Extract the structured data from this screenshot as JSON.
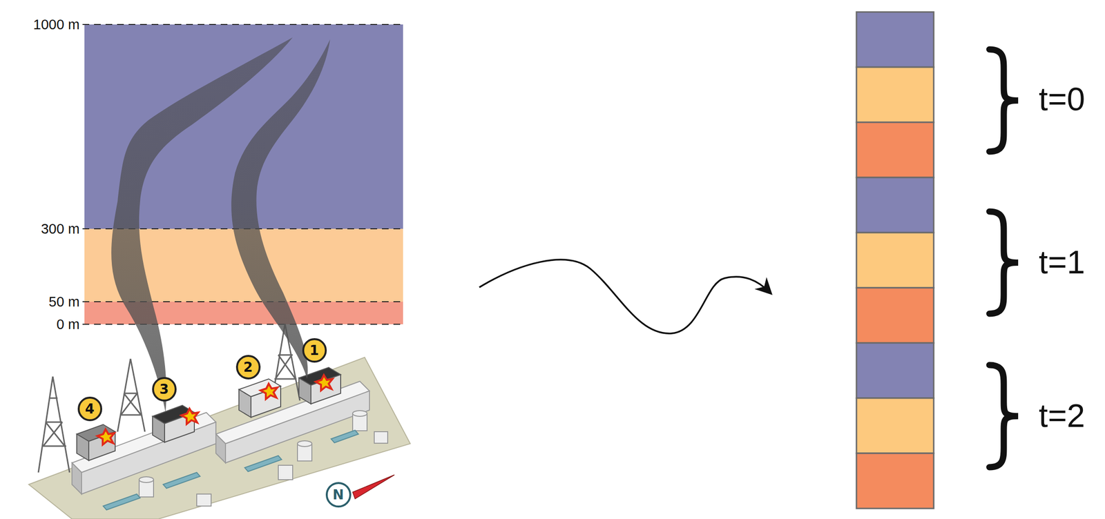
{
  "diagram": {
    "nodes": [
      {
        "text": [
          "1"
        ]
      },
      {
        "text": [
          "2"
        ]
      },
      {
        "text": [
          "3"
        ]
      },
      {
        "text": [
          "4"
        ]
      },
      {
        "text": [
          "N"
        ]
      }
    ],
    "labels": [
      "1000 m",
      "300 m",
      "50 m",
      "0 m",
      "t=0",
      "t=1",
      "t=2"
    ]
  }
}
